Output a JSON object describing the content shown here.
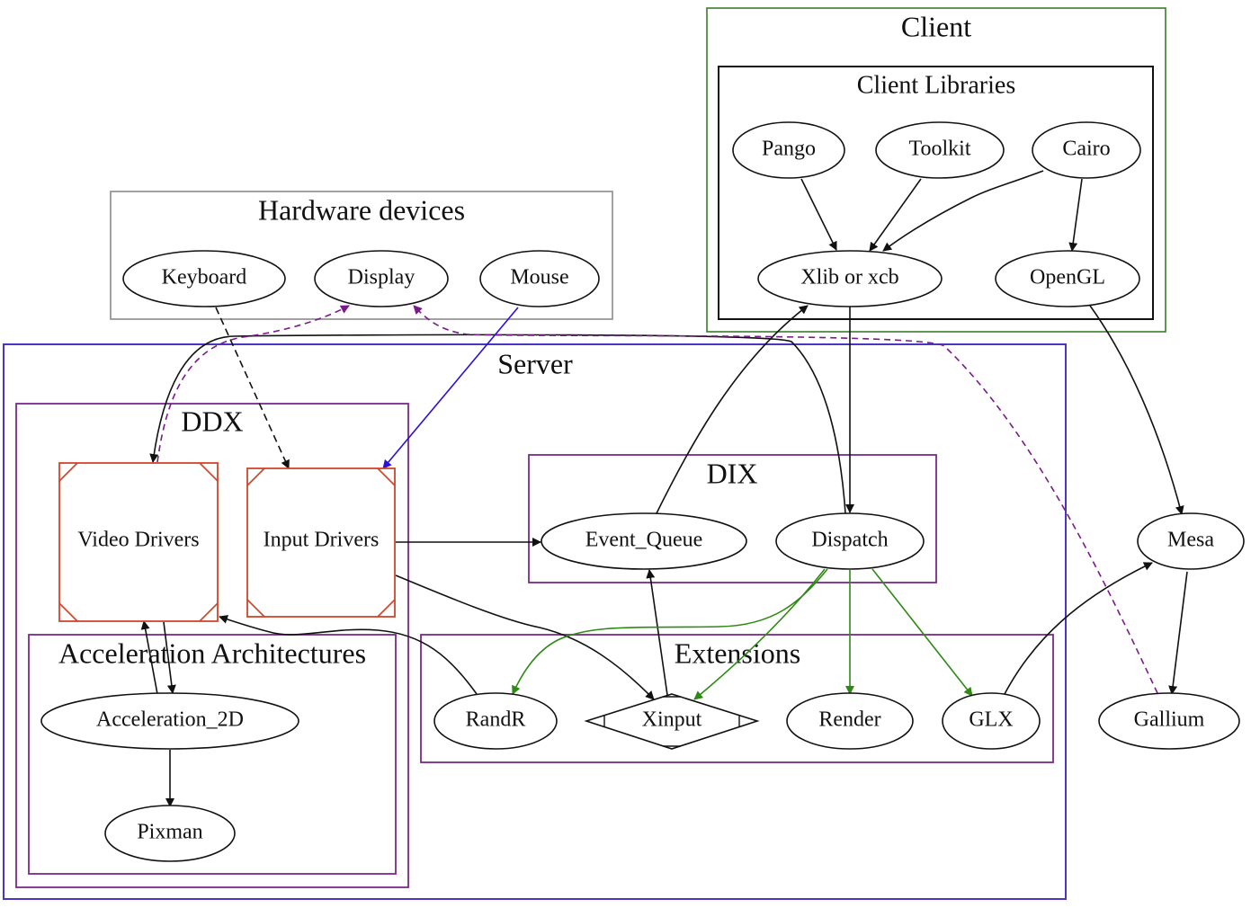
{
  "diagram": {
    "title": "X Window System architecture",
    "colors": {
      "client_border": "#3a7d2a",
      "client_libraries_border": "#111111",
      "hardware_border": "#8a8a8a",
      "server_border": "#4a36c4",
      "subcluster_border": "#7a2a8a",
      "driver_border": "#d0452a",
      "edge_default": "#111111",
      "edge_green": "#2e8a14",
      "edge_blue": "#2a10d8",
      "edge_purple": "#7a1a8a"
    },
    "clusters": {
      "client": "Client",
      "client_libraries": "Client Libraries",
      "hardware": "Hardware devices",
      "server": "Server",
      "ddx": "DDX",
      "acceleration": "Acceleration Architectures",
      "dix": "DIX",
      "extensions": "Extensions"
    },
    "nodes": {
      "pango": "Pango",
      "toolkit": "Toolkit",
      "cairo": "Cairo",
      "xlib": "Xlib or xcb",
      "opengl": "OpenGL",
      "keyboard": "Keyboard",
      "display": "Display",
      "mouse": "Mouse",
      "video_drivers": "Video Drivers",
      "input_drivers": "Input Drivers",
      "acceleration_2d": "Acceleration_2D",
      "pixman": "Pixman",
      "event_queue": "Event_Queue",
      "dispatch": "Dispatch",
      "randr": "RandR",
      "xinput": "Xinput",
      "render": "Render",
      "glx": "GLX",
      "mesa": "Mesa",
      "gallium": "Gallium"
    },
    "edges": [
      {
        "from": "Pango",
        "to": "Xlib or xcb",
        "style": "solid",
        "color": "black"
      },
      {
        "from": "Toolkit",
        "to": "Xlib or xcb",
        "style": "solid",
        "color": "black"
      },
      {
        "from": "Cairo",
        "to": "Xlib or xcb",
        "style": "solid",
        "color": "black"
      },
      {
        "from": "Cairo",
        "to": "OpenGL",
        "style": "solid",
        "color": "black"
      },
      {
        "from": "OpenGL",
        "to": "Mesa",
        "style": "solid",
        "color": "black"
      },
      {
        "from": "Xlib or xcb",
        "to": "Dispatch",
        "style": "solid",
        "color": "black"
      },
      {
        "from": "Event_Queue",
        "to": "Xlib or xcb",
        "style": "solid",
        "color": "black"
      },
      {
        "from": "Dispatch",
        "to": "Video Drivers",
        "style": "solid",
        "color": "black"
      },
      {
        "from": "Keyboard",
        "to": "Input Drivers",
        "style": "dashed",
        "color": "black"
      },
      {
        "from": "Mouse",
        "to": "Input Drivers",
        "style": "solid",
        "color": "blue"
      },
      {
        "from": "Video Drivers",
        "to": "Display",
        "style": "dashed",
        "color": "purple"
      },
      {
        "from": "Gallium",
        "to": "Display",
        "style": "dashed",
        "color": "purple"
      },
      {
        "from": "Input Drivers",
        "to": "Event_Queue",
        "style": "solid",
        "color": "black"
      },
      {
        "from": "Input Drivers",
        "to": "Xinput",
        "style": "solid",
        "color": "black"
      },
      {
        "from": "Xinput",
        "to": "Event_Queue",
        "style": "solid",
        "color": "black"
      },
      {
        "from": "RandR",
        "to": "Video Drivers",
        "style": "solid",
        "color": "black"
      },
      {
        "from": "Acceleration_2D",
        "to": "Video Drivers",
        "style": "solid",
        "color": "black"
      },
      {
        "from": "Video Drivers",
        "to": "Acceleration_2D",
        "style": "solid",
        "color": "black"
      },
      {
        "from": "Acceleration_2D",
        "to": "Pixman",
        "style": "solid",
        "color": "black"
      },
      {
        "from": "Dispatch",
        "to": "RandR",
        "style": "solid",
        "color": "green"
      },
      {
        "from": "Dispatch",
        "to": "Xinput",
        "style": "solid",
        "color": "green"
      },
      {
        "from": "Dispatch",
        "to": "Render",
        "style": "solid",
        "color": "green"
      },
      {
        "from": "Dispatch",
        "to": "GLX",
        "style": "solid",
        "color": "green"
      },
      {
        "from": "GLX",
        "to": "Mesa",
        "style": "solid",
        "color": "black"
      },
      {
        "from": "Mesa",
        "to": "Gallium",
        "style": "solid",
        "color": "black"
      }
    ]
  }
}
